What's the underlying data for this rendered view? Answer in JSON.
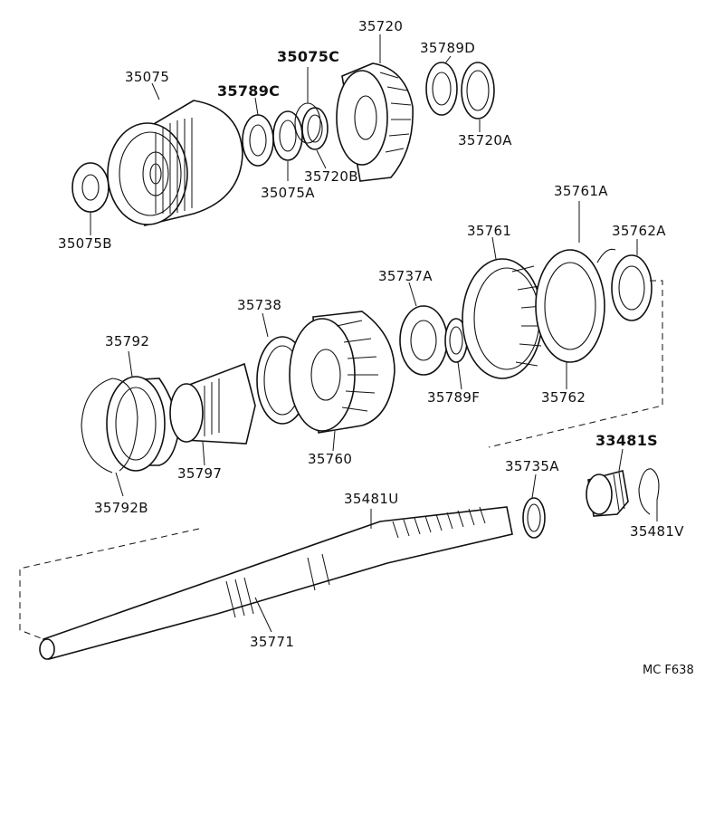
{
  "labels": {
    "p35075": "35075",
    "p35075C": "35075C",
    "p35720": "35720",
    "p35789D": "35789D",
    "p35789C": "35789C",
    "p35720A": "35720A",
    "p35720B": "35720B",
    "p35075A": "35075A",
    "p35075B": "35075B",
    "p35761A": "35761A",
    "p35761": "35761",
    "p35762A": "35762A",
    "p35737A": "35737A",
    "p35738": "35738",
    "p35792": "35792",
    "p35789F": "35789F",
    "p35762": "35762",
    "p33481S": "33481S",
    "p35797": "35797",
    "p35760": "35760",
    "p35735A": "35735A",
    "p35792B": "35792B",
    "p35481U": "35481U",
    "p35481V": "35481V",
    "p35771": "35771"
  },
  "diagram_code": "MC F638"
}
